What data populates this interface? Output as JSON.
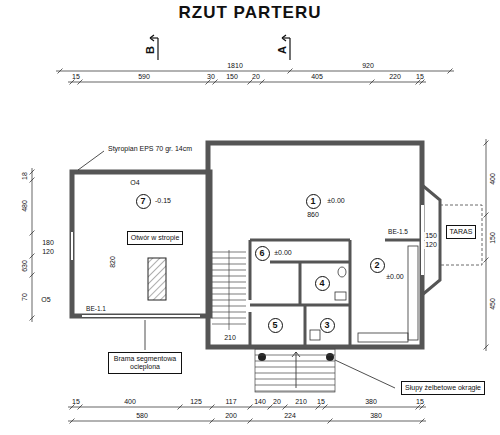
{
  "diagram": {
    "title": "RZUT PARTERU",
    "nodes": [
      {
        "text": [
          "7"
        ]
      },
      {
        "text": [
          "1"
        ]
      },
      {
        "text": [
          "TARAS"
        ]
      },
      {
        "text": [
          "Otwór w stropie"
        ]
      },
      {
        "text": [
          "6"
        ]
      },
      {
        "text": [
          "2"
        ]
      },
      {
        "text": [
          "4"
        ]
      },
      {
        "text": [
          "5"
        ]
      },
      {
        "text": [
          "3"
        ]
      },
      {
        "text": [
          "Brama segmentowa ocieplona"
        ]
      },
      {
        "text": [
          "Słupy żelbetowe okrągłe"
        ]
      }
    ],
    "labels": [
      "B",
      "A",
      "1810",
      "920",
      "15",
      "590",
      "30",
      "150",
      "20",
      "405",
      "220",
      "15",
      "18",
      "480",
      "180",
      "120",
      "630",
      "70",
      "400",
      "150",
      "450",
      "150",
      "120",
      "15",
      "400",
      "125",
      "117",
      "140",
      "20",
      "210",
      "15",
      "380",
      "15",
      "580",
      "200",
      "224",
      "380",
      "860",
      "±0.00",
      "-0.15",
      "820",
      "±0.00",
      "±0.00",
      "BE-1.5",
      "BE-1.1",
      "O4",
      "O5",
      "Styropian EPS 70 gr. 14cm",
      "210"
    ]
  }
}
